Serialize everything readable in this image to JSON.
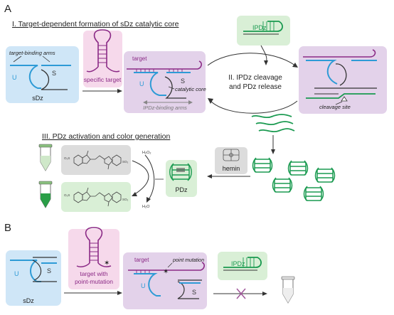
{
  "panels": {
    "a": {
      "letter": "A"
    },
    "b": {
      "letter": "B"
    }
  },
  "sections": {
    "s1": "I. Target-dependent formation of sDz catalytic core",
    "s2_line1": "II. IPDz cleavage",
    "s2_line2": "and PDz release",
    "s3": "III. PDz activation and color generation"
  },
  "labels": {
    "target_binding_arms": "target-binding arms",
    "u": "U",
    "s": "S",
    "sdz": "sDz",
    "specific_target": "specific target",
    "target": "target",
    "catalytic_core": "catalytic core",
    "ipdz_binding_arms": "IPDz-binding arms",
    "ipdz": "IPDz",
    "cleavage_site": "cleavage site",
    "hemin": "hemin",
    "pdz": "PDz",
    "h2o2": "H₂O₂",
    "h2o": "H₂O",
    "target_with_line1": "target with",
    "target_with_line2": "point-mutation",
    "point_mutation": "point mutation"
  },
  "colors": {
    "blue_box": "#cfe6f7",
    "pink_box": "#f6d9eb",
    "purple_box": "#e3d2ea",
    "green_box": "#d9efd6",
    "gray_box": "#dcdcdc",
    "purple_strand": "#8b2a86",
    "blue_strand": "#2e9bd6",
    "green_strand": "#1a9a50",
    "dark_strand": "#333333",
    "mutation_cross": "#a0579a"
  }
}
